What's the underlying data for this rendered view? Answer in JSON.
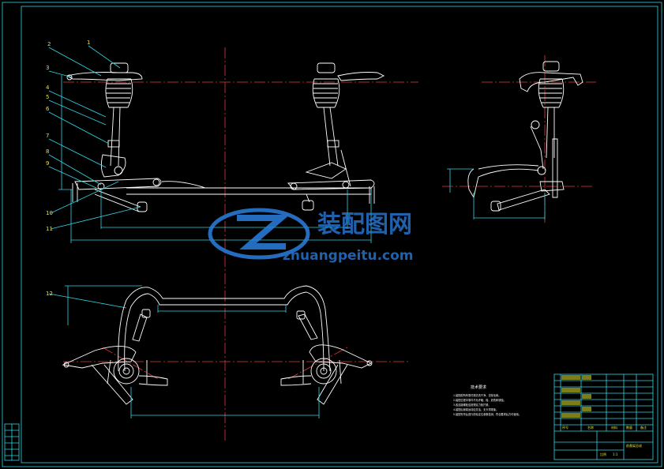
{
  "callouts": [
    "1",
    "2",
    "3",
    "4",
    "5",
    "6",
    "7",
    "8",
    "9",
    "10",
    "11",
    "12"
  ],
  "tech_title": "技术要求",
  "tech_lines": [
    "1.装配前所有零件需清洗干净，去除毛刺。",
    "2.装配过程中零件不允许磕、碰、划伤和锈蚀。",
    "3.各连接螺栓应按规定力矩拧紧。",
    "4.装配后悬架运动应灵活，无卡滞现象。",
    "5.装配完毕后进行前轮定位参数检测，符合要求后方可使用。"
  ],
  "title_block": {
    "columns": [
      "序号",
      "名称",
      "材料",
      "数量",
      "备注"
    ],
    "drawing_name": "前悬架总成",
    "scale_label": "比例",
    "scale_value": "1:1"
  },
  "watermark": {
    "cn": "装配图网",
    "url": "zhuangpeitu.com"
  },
  "colors": {
    "frame": "#2fd6e6",
    "part": "#ffffff",
    "centerline": "#e23a3a",
    "label": "#e8e02a",
    "watermark": "#2a7fe0"
  }
}
